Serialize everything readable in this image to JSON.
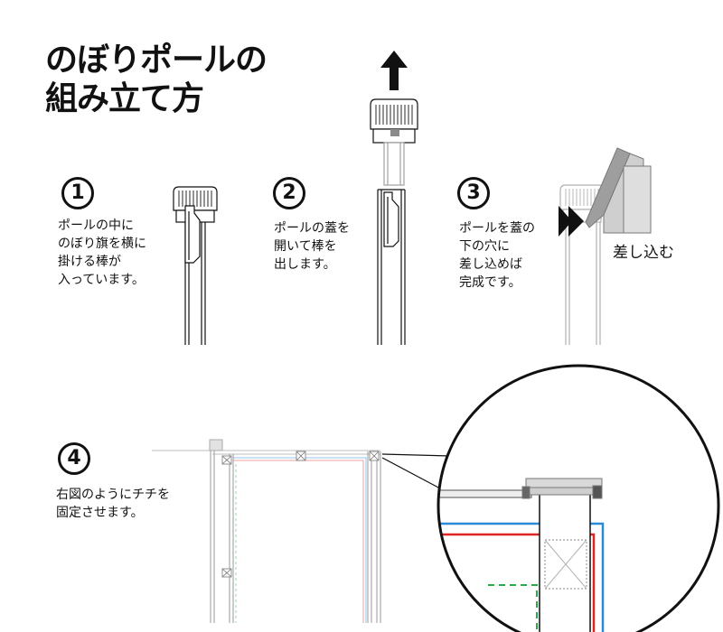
{
  "title": {
    "line1": "のぼりポールの",
    "line2": "組み立て方"
  },
  "steps": [
    {
      "number": "1",
      "lines": [
        "ポールの中に",
        "のぼり旗を横に",
        "掛ける棒が",
        "入っています。"
      ]
    },
    {
      "number": "2",
      "lines": [
        "ポールの蓋を",
        "開いて棒を",
        "出します。"
      ]
    },
    {
      "number": "3",
      "lines": [
        "ポールを蓋の",
        "下の穴に",
        "差し込めば",
        "完成です。"
      ]
    },
    {
      "number": "4",
      "lines": [
        "右図のようにチチを",
        "固定させます。"
      ]
    }
  ],
  "insert_label": "差し込む",
  "icons": {
    "lift": "arrow-up-icon",
    "insert": "arrow-right-icon"
  },
  "colors": {
    "ink": "#111111",
    "part_grey": "#cfcfcf",
    "line_blue": "#2b8ad6",
    "line_red": "#e02424",
    "line_green": "#2aa84a"
  }
}
